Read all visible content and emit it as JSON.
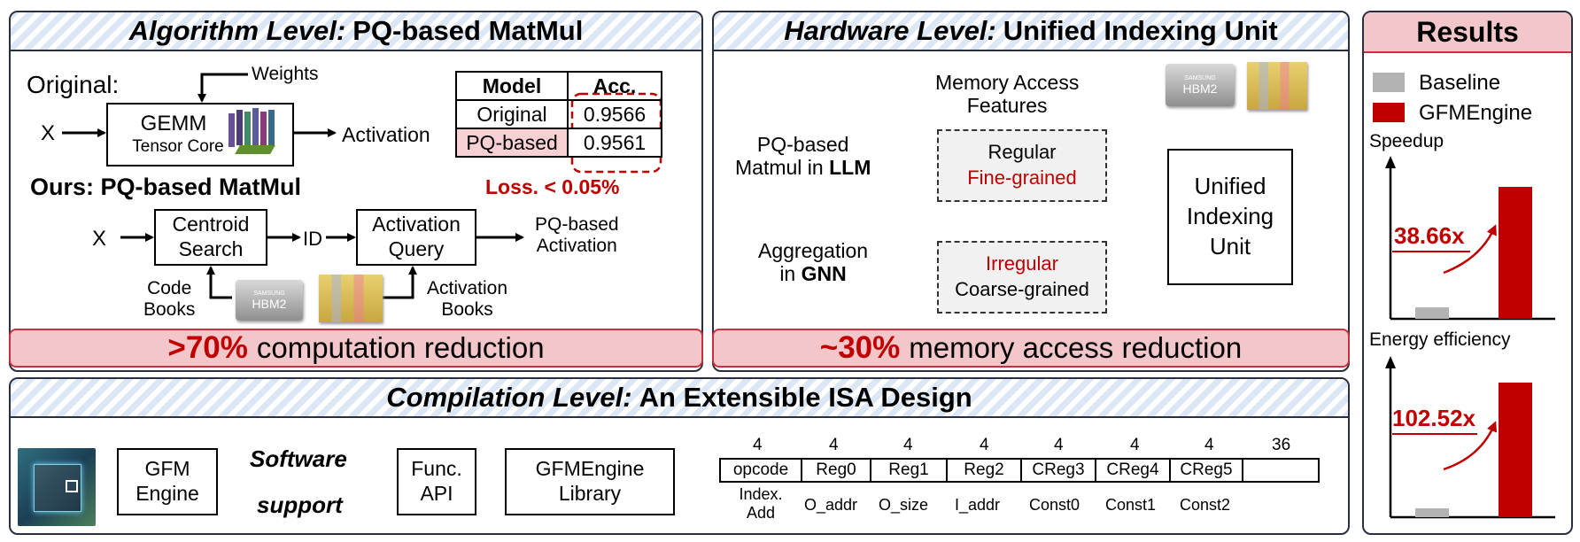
{
  "algorithm": {
    "header_italic": "Algorithm Level:",
    "header_bold": "PQ-based MatMul",
    "original_label": "Original:",
    "weights_label": "Weights",
    "x_label": "X",
    "gemm_line1": "GEMM",
    "gemm_line2": "Tensor Core",
    "activation_label": "Activation",
    "table": {
      "headers": [
        "Model",
        "Acc."
      ],
      "rows": [
        {
          "model": "Original",
          "acc": "0.9566"
        },
        {
          "model": "PQ-based",
          "acc": "0.9561"
        }
      ]
    },
    "loss_label": "Loss. < 0.05%",
    "ours_label": "Ours: PQ-based MatMul",
    "x2_label": "X",
    "centroid_line1": "Centroid",
    "centroid_line2": "Search",
    "id_label": "ID",
    "query_line1": "Activation",
    "query_line2": "Query",
    "pq_act_line1": "PQ-based",
    "pq_act_line2": "Activation",
    "codebooks_line1": "Code",
    "codebooks_line2": "Books",
    "actbooks_line1": "Activation",
    "actbooks_line2": "Books",
    "hbm_brand": "SAMSUNG",
    "hbm_label": "HBM2",
    "reduction_value": ">70%",
    "reduction_text": "computation reduction"
  },
  "hardware": {
    "header_italic": "Hardware Level:",
    "header_bold": "Unified Indexing Unit",
    "mem_line1": "Memory Access",
    "mem_line2": "Features",
    "hbm_brand": "SAMSUNG",
    "hbm_label": "HBM2",
    "pq_line1": "PQ-based",
    "pq_line2_prefix": "Matmul in ",
    "pq_line2_bold": "LLM",
    "agg_line1": "Aggregation",
    "agg_line2_prefix": "in ",
    "agg_line2_bold": "GNN",
    "regular": "Regular",
    "fine": "Fine-grained",
    "irregular": "Irregular",
    "coarse": "Coarse-grained",
    "unit_line1": "Unified",
    "unit_line2": "Indexing",
    "unit_line3": "Unit",
    "reduction_value": "~30%",
    "reduction_text": "memory access reduction"
  },
  "results": {
    "header": "Results",
    "legend": [
      {
        "label": "Baseline",
        "color": "#b3b3b3"
      },
      {
        "label": "GFMEngine",
        "color": "#c00000"
      }
    ],
    "speedup_label": "Speedup",
    "speedup_value": "38.66x",
    "energy_label": "Energy efficiency",
    "energy_value": "102.52x"
  },
  "compilation": {
    "header_italic": "Compilation Level:",
    "header_bold": "An Extensible ISA Design",
    "gfm_line1": "GFM",
    "gfm_line2": "Engine",
    "software_line1": "Software",
    "software_line2": "support",
    "func_line1": "Func.",
    "func_line2": "API",
    "lib_line1": "GFMEngine",
    "lib_line2": "Library",
    "isa_fields": [
      {
        "bits": "4",
        "name": "opcode",
        "desc": "Index.\nAdd"
      },
      {
        "bits": "4",
        "name": "Reg0",
        "desc": "O_addr"
      },
      {
        "bits": "4",
        "name": "Reg1",
        "desc": "O_size"
      },
      {
        "bits": "4",
        "name": "Reg2",
        "desc": "I_addr"
      },
      {
        "bits": "4",
        "name": "CReg3",
        "desc": "Const0"
      },
      {
        "bits": "4",
        "name": "CReg4",
        "desc": "Const1"
      },
      {
        "bits": "4",
        "name": "CReg5",
        "desc": "Const2"
      },
      {
        "bits": "36",
        "name": "",
        "desc": ""
      }
    ]
  }
}
